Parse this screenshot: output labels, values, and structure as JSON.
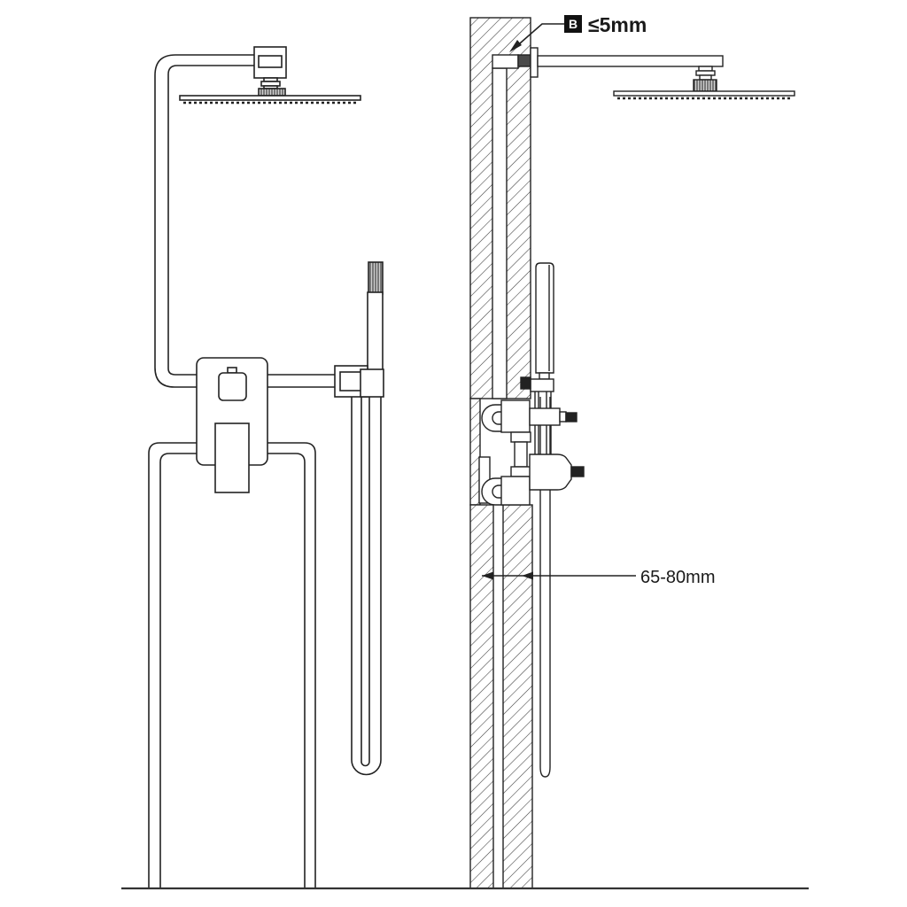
{
  "annotations": {
    "callout_b": {
      "badge": "B",
      "text": "≤5mm"
    },
    "depth_dimension": {
      "text": "65-80mm"
    }
  },
  "colors": {
    "line": "#222222",
    "background": "#ffffff",
    "badge_bg": "#111111",
    "badge_text": "#ffffff",
    "dark_fill": "#222222",
    "gray_fill": "#4a4a4a"
  }
}
